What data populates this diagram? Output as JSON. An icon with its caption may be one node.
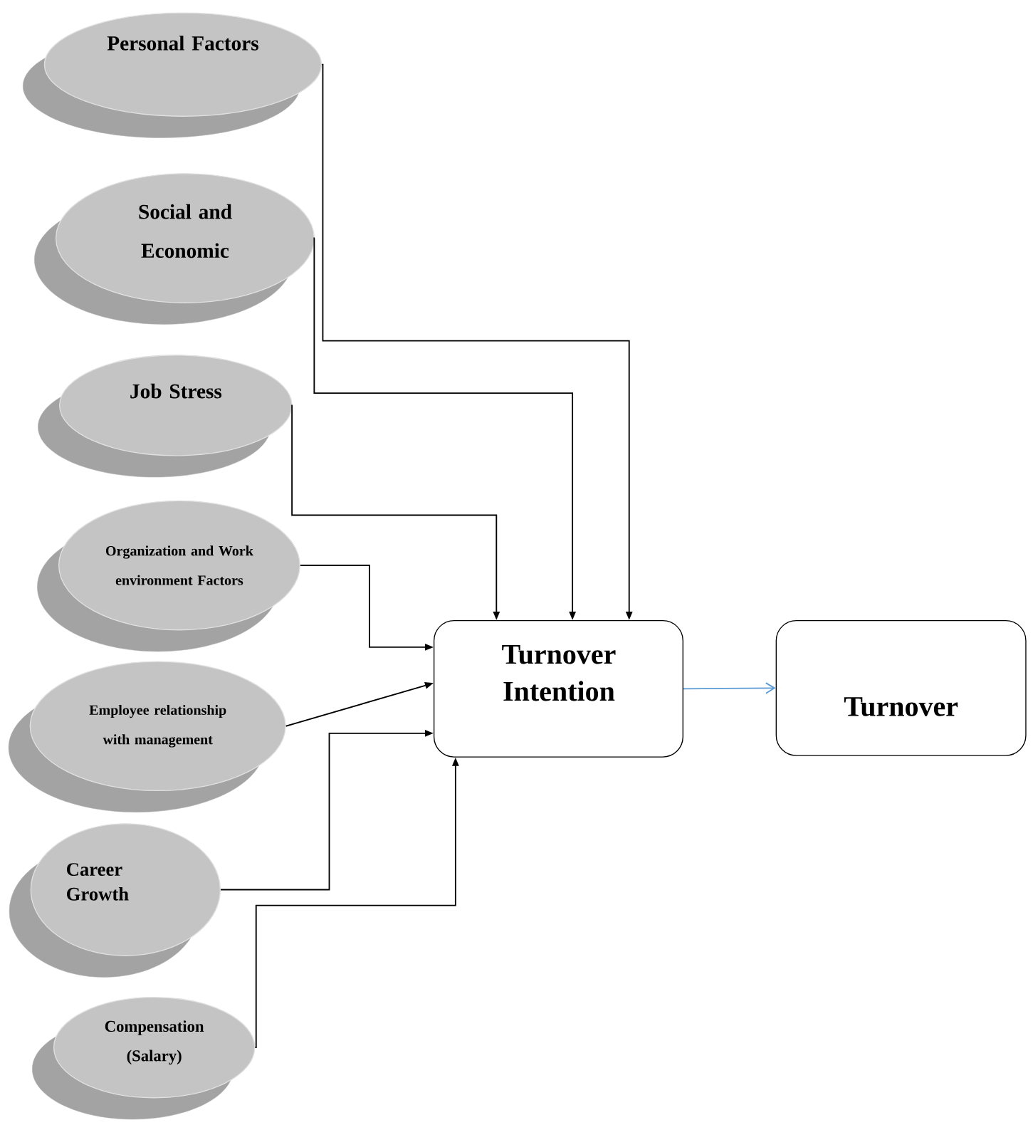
{
  "diagram": {
    "nodes": [
      {
        "text": [
          "Personal Factors"
        ]
      },
      {
        "text": [
          "Social and Economic"
        ]
      },
      {
        "text": [
          "Job Stress"
        ]
      },
      {
        "text": [
          "Organization and Work environment Factors"
        ]
      },
      {
        "text": [
          "Employee relationship with management"
        ]
      },
      {
        "text": [
          "Career Growth"
        ]
      },
      {
        "text": [
          "Compensation (Salary)"
        ]
      },
      {
        "text": [
          "Turnover Intention"
        ]
      },
      {
        "text": [
          "Turnover"
        ]
      }
    ],
    "edges": [
      {
        "from": 0,
        "to": 7,
        "arrow": "to"
      },
      {
        "from": 1,
        "to": 7,
        "arrow": "to"
      },
      {
        "from": 2,
        "to": 7,
        "arrow": "to"
      },
      {
        "from": 3,
        "to": 7,
        "arrow": "to"
      },
      {
        "from": 4,
        "to": 7,
        "arrow": "to"
      },
      {
        "from": 5,
        "to": 7,
        "arrow": "to"
      },
      {
        "from": 6,
        "to": 7,
        "arrow": "to"
      },
      {
        "from": 7,
        "to": 8,
        "arrow": "to",
        "color": "#5b9bd5"
      }
    ]
  }
}
